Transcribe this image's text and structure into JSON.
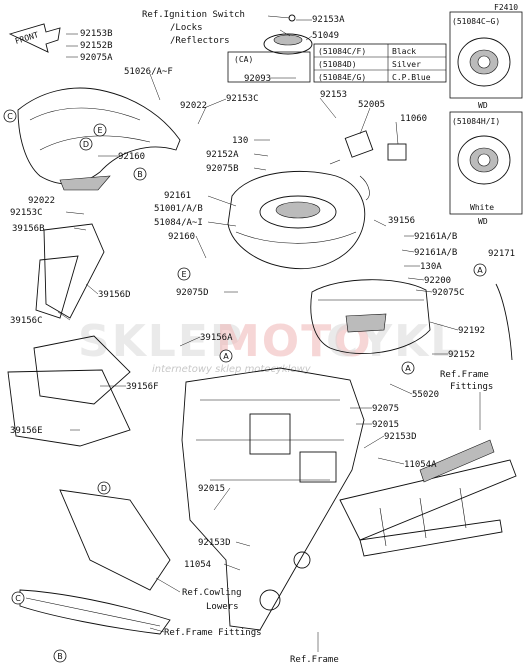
{
  "figure_id": "F2410",
  "front_label": "FRONT",
  "watermark": {
    "part1": "SKLEP",
    "part2": "MOTO",
    "part3": "CYKL",
    "subtitle": "internetowy sklep motocyklowy"
  },
  "color_table": {
    "ca_label": "(CA)",
    "rows": [
      {
        "code": "(51084C/F)",
        "color": "Black"
      },
      {
        "code": "(51084D)",
        "color": "Silver"
      },
      {
        "code": "(51084E/G)",
        "color": "C.P.Blue"
      }
    ]
  },
  "insets": [
    {
      "code": "(51084C~G)",
      "region": "WD",
      "note": ""
    },
    {
      "code": "(51084H/I)",
      "region": "WD",
      "note": "White"
    }
  ],
  "callouts": [
    "A",
    "B",
    "C",
    "D",
    "E"
  ],
  "labels": {
    "ref_ignition_1": "Ref.Ignition Switch",
    "ref_ignition_2": "/Locks",
    "ref_ignition_3": "/Reflectors",
    "p92153A": "92153A",
    "p51049": "51049",
    "p92153B": "92153B",
    "p92152B": "92152B",
    "p92075A": "92075A",
    "p51026": "51026/A~F",
    "p92093": "92093",
    "p92022a": "92022",
    "p92153C": "92153C",
    "p92153": "92153",
    "p52005": "52005",
    "p11060": "11060",
    "p130": "130",
    "p92152A": "92152A",
    "p92075B": "92075B",
    "p92160a": "92160",
    "p92161": "92161",
    "p51001": "51001/A/B",
    "p51084": "51084/A~I",
    "p92022b": "92022",
    "p92153C2": "92153C",
    "p39156B": "39156B",
    "p92160b": "92160",
    "p92075D": "92075D",
    "p39156D": "39156D",
    "p39156C": "39156C",
    "p39156A": "39156A",
    "p39156F": "39156F",
    "p39156E": "39156E",
    "p39156": "39156",
    "p92161AB": "92161A/B",
    "p92161AB2": "92161A/B",
    "p130A": "130A",
    "p92200": "92200",
    "p92075C": "92075C",
    "p92171": "92171",
    "p92192": "92192",
    "p92152": "92152",
    "ref_frame_fittings_1": "Ref.Frame",
    "ref_frame_fittings_2": "Fittings",
    "p55020": "55020",
    "p92075": "92075",
    "p92015a": "92015",
    "p92153D": "92153D",
    "p11054A": "11054A",
    "p92015b": "92015",
    "p92153D2": "92153D",
    "p11054": "11054",
    "ref_cowling_1": "Ref.Cowling",
    "ref_cowling_2": "Lowers",
    "ref_frame_fittings_bottom": "Ref.Frame Fittings",
    "ref_frame": "Ref.Frame"
  }
}
